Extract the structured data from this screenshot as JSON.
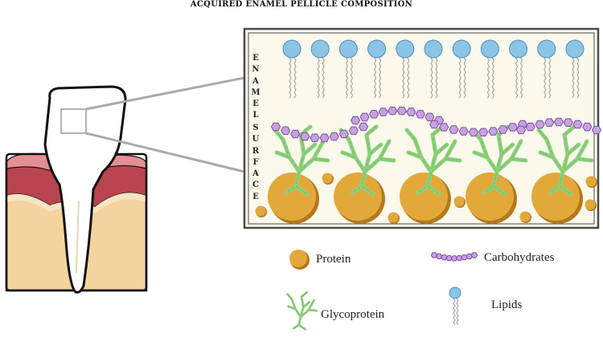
{
  "title": "ACQUIRED ENAMEL PELLICLE COMPOSITION",
  "side_labels": {
    "enamel": "ENAMEL",
    "surface": "SURFACE"
  },
  "legend": {
    "protein": "Protein",
    "carbohydrates": "Carbohydrates",
    "glycoprotein": "Glycoprotein",
    "lipids": "Lipids"
  },
  "colors": {
    "panel_bg": "#fbf8ec",
    "panel_border": "#4b4b4b",
    "lipid_head": "#8cc4e6",
    "lipid_head_stroke": "#4d8fb8",
    "carbohydrate": "#c7a2e0",
    "carbohydrate_stroke": "#7b4fa3",
    "glycoprotein": "#8bd17a",
    "glycoprotein_stroke": "#4e9c3e",
    "protein": "#e3a83a",
    "protein_shadow": "#b4781c",
    "gum_dark": "#b8444f",
    "gum_light": "#e48f93",
    "bone": "#f4d49e",
    "tooth": "#ffffff"
  }
}
